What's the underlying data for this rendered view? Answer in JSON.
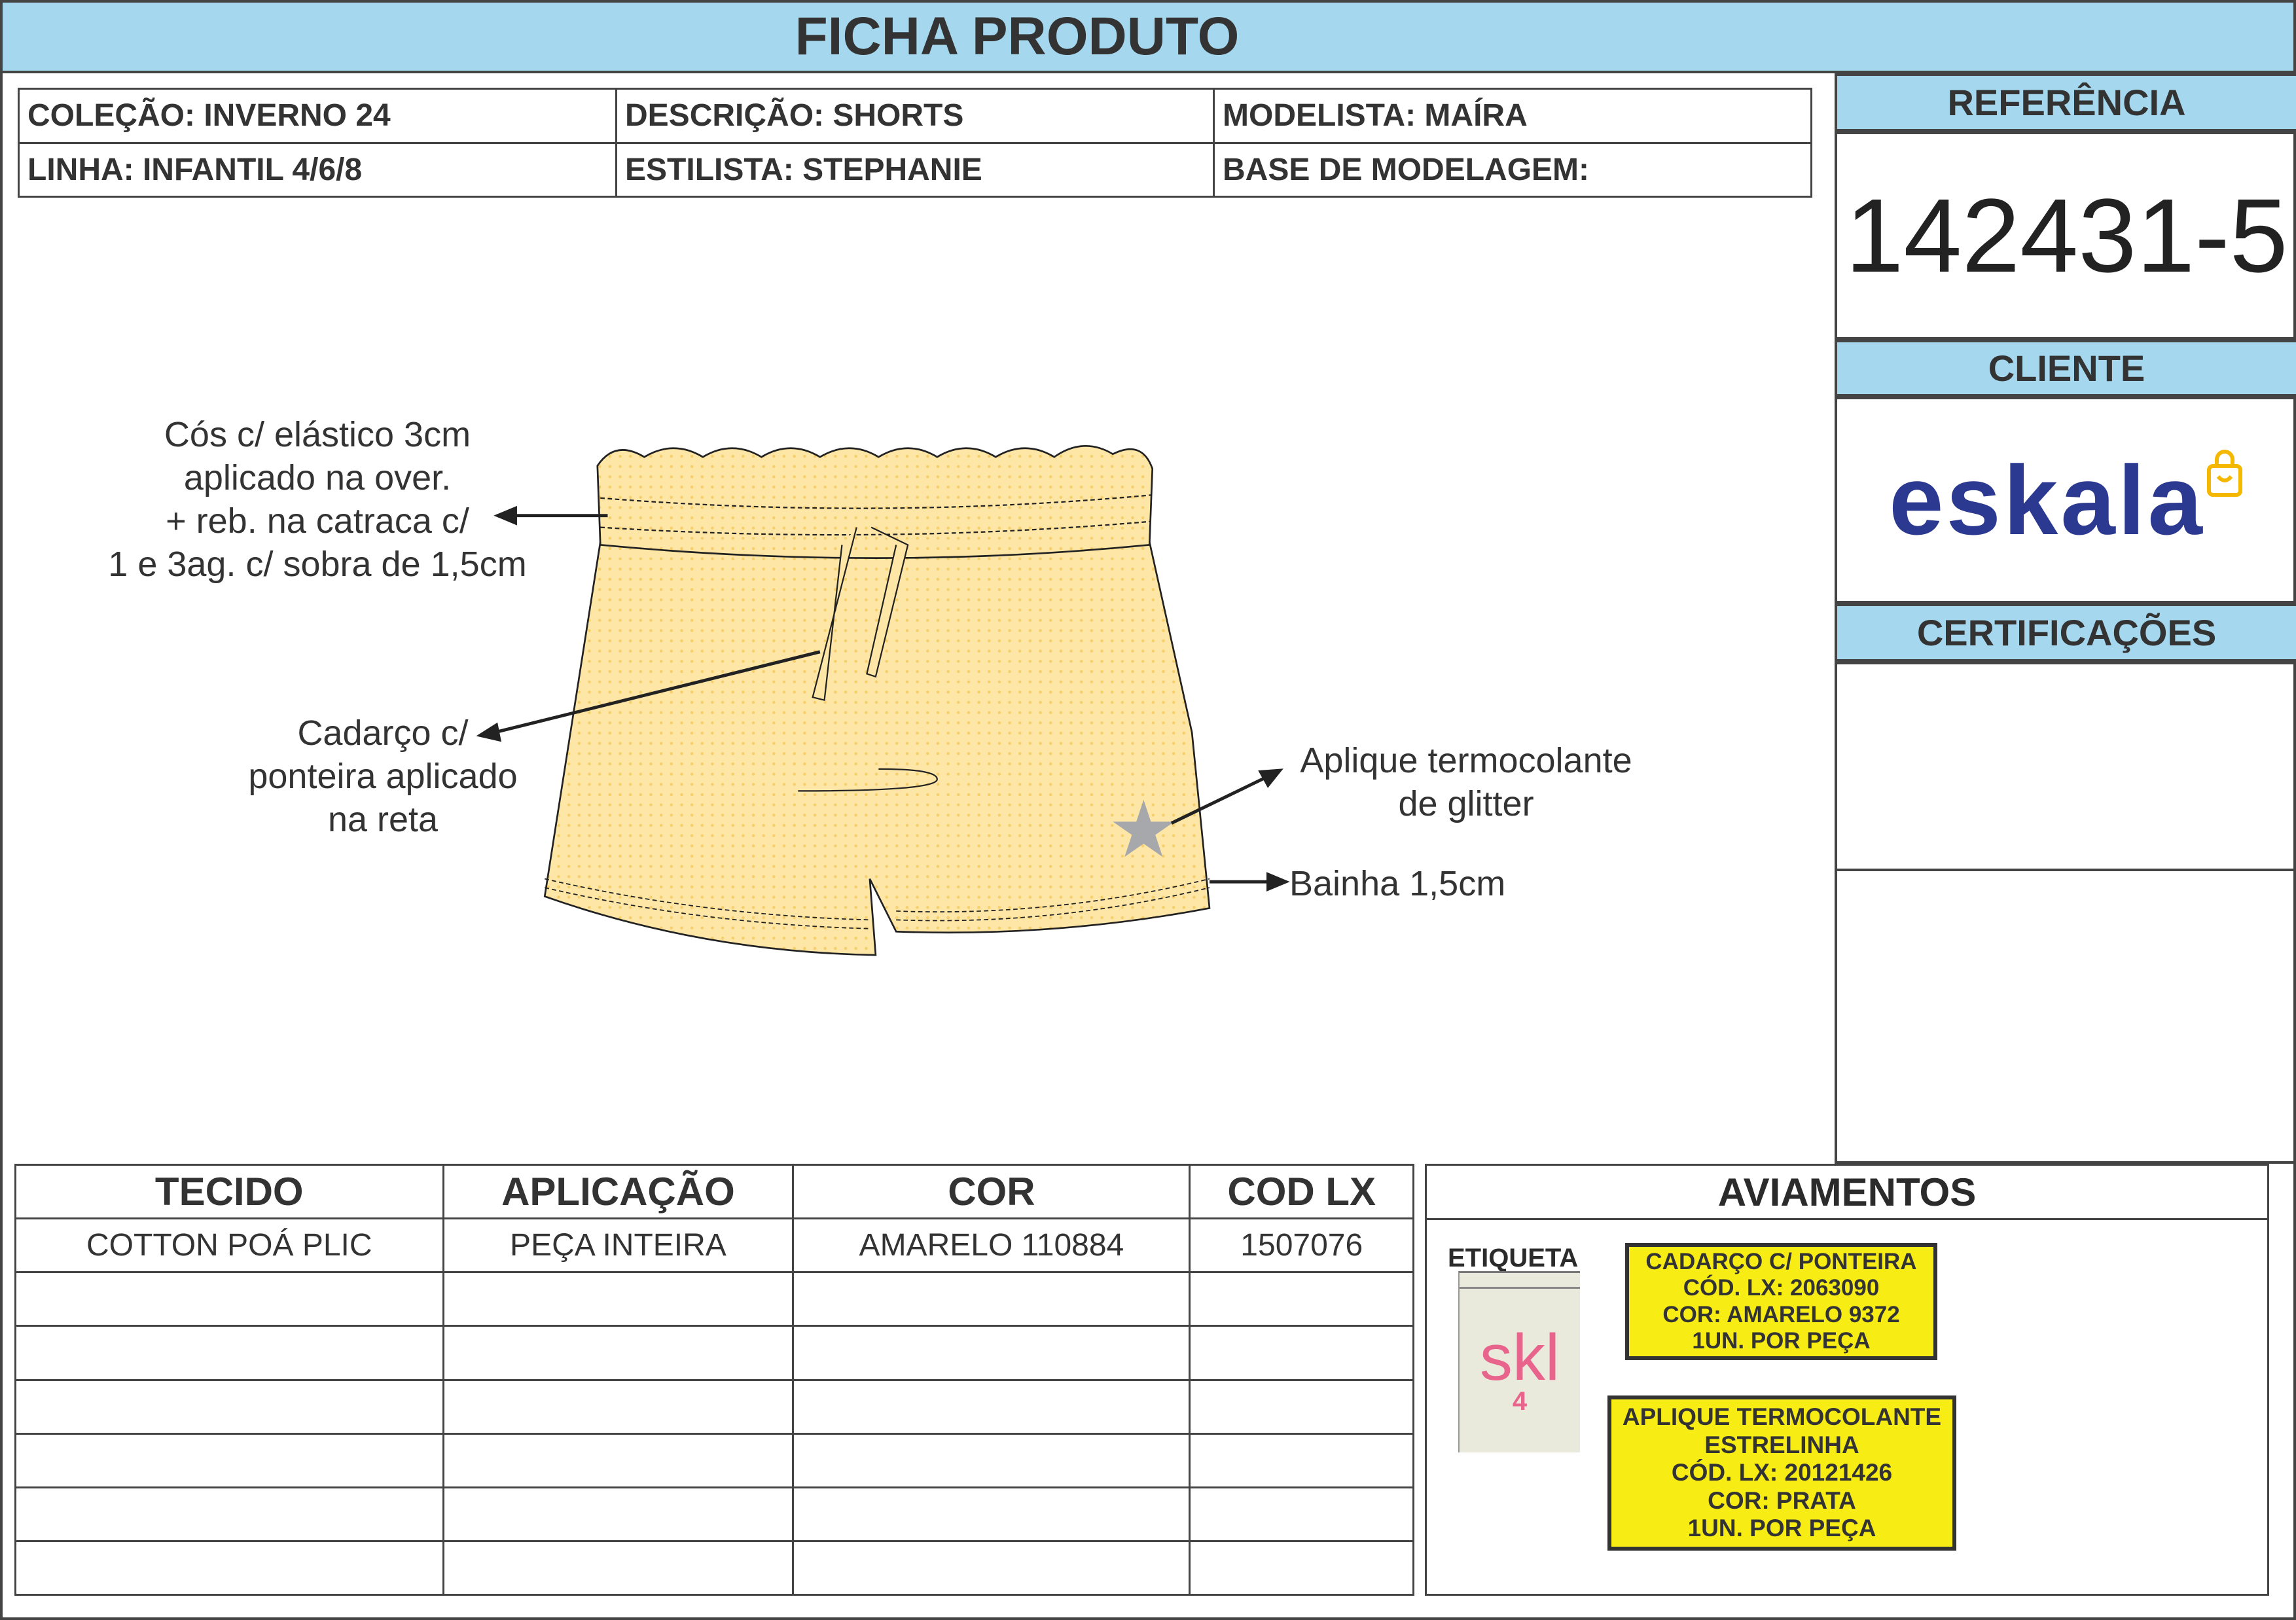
{
  "title": "FICHA PRODUTO",
  "info": {
    "colecao": "COLEÇÃO: INVERNO 24",
    "descricao": "DESCRIÇÃO: SHORTS",
    "modelista": "MODELISTA: MAÍRA",
    "linha": "LINHA: INFANTIL 4/6/8",
    "estilista": "ESTILISTA: STEPHANIE",
    "base": "BASE DE MODELAGEM:"
  },
  "side": {
    "referencia_label": "REFERÊNCIA",
    "referencia": "142431-5",
    "cliente_label": "CLIENTE",
    "cliente_logo": "eskala",
    "certificacoes_label": "CERTIFICAÇÕES"
  },
  "annotations": {
    "cos": [
      "Cós c/ elástico 3cm",
      "aplicado na over.",
      "+ reb. na catraca c/",
      "1 e 3ag. c/ sobra de 1,5cm"
    ],
    "cadarco": [
      "Cadarço c/",
      "ponteira aplicado",
      "na reta"
    ],
    "aplique": [
      "Aplique termocolante",
      "de glitter"
    ],
    "bainha": "Bainha 1,5cm"
  },
  "colors": {
    "header": "#a5d8ee",
    "garment": "#fde6a6",
    "tag_yellow": "#f7ec14",
    "logo_blue": "#2b3990"
  },
  "materials": {
    "headers": [
      "TECIDO",
      "APLICAÇÃO",
      "COR",
      "COD LX"
    ],
    "rows": [
      [
        "COTTON POÁ PLIC",
        "PEÇA INTEIRA",
        "AMARELO 110884",
        "1507076"
      ],
      [
        "",
        "",
        "",
        ""
      ],
      [
        "",
        "",
        "",
        ""
      ],
      [
        "",
        "",
        "",
        ""
      ],
      [
        "",
        "",
        "",
        ""
      ],
      [
        "",
        "",
        "",
        ""
      ]
    ]
  },
  "aviamentos": {
    "title": "AVIAMENTOS",
    "etiqueta_label": "ETIQUETA",
    "etiqueta_brand": "skl",
    "etiqueta_size": "4",
    "items": [
      [
        "CADARÇO C/ PONTEIRA",
        "CÓD. LX: 2063090",
        "COR: AMARELO 9372",
        "1UN. POR PEÇA"
      ],
      [
        "APLIQUE TERMOCOLANTE",
        "ESTRELINHA",
        "CÓD. LX: 20121426",
        "COR: PRATA",
        "1UN. POR PEÇA"
      ]
    ]
  }
}
